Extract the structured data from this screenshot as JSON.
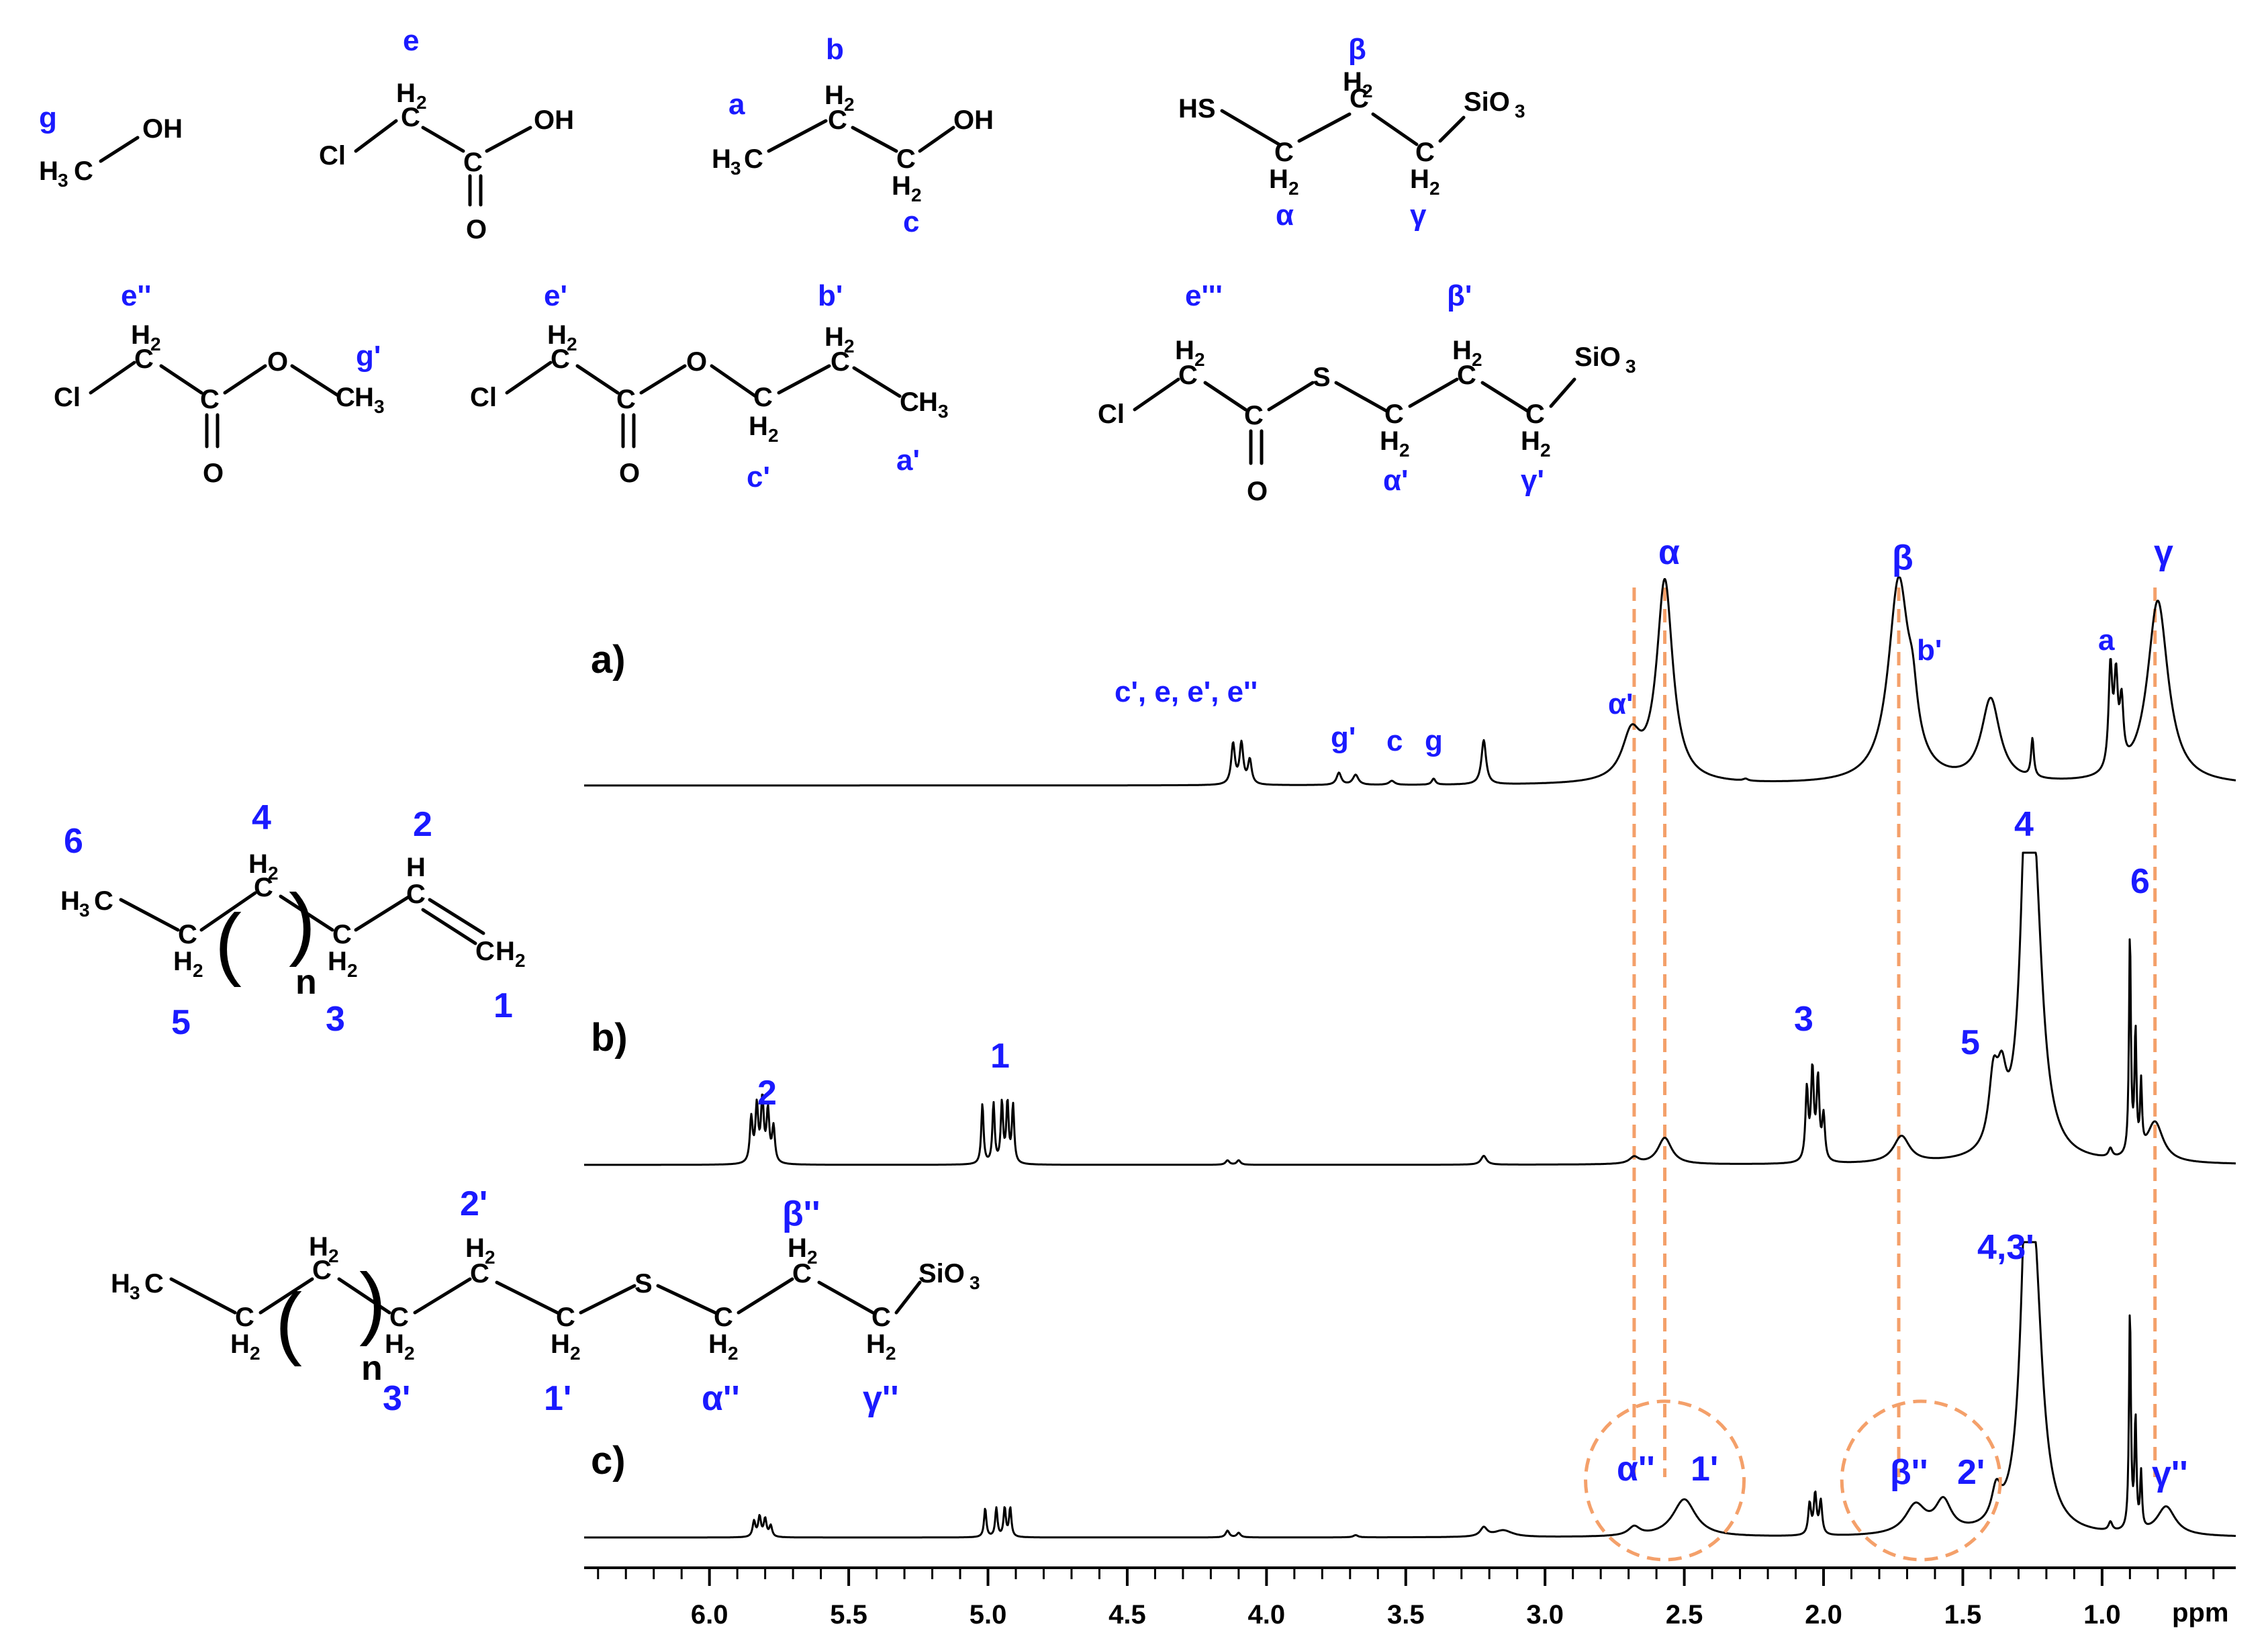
{
  "chart_data": {
    "type": "line",
    "title": "",
    "xlabel": "ppm",
    "xlim": [
      6.45,
      0.52
    ],
    "x_reversed": true,
    "ticks": [
      "6.0",
      "5.5",
      "5.0",
      "4.5",
      "4.0",
      "3.5",
      "3.0",
      "2.5",
      "2.0",
      "1.5",
      "1.0"
    ],
    "tick_values": [
      6.0,
      5.5,
      5.0,
      4.5,
      4.0,
      3.5,
      3.0,
      2.5,
      2.0,
      1.5,
      1.0
    ],
    "guide_lines_ppm": [
      2.68,
      2.57,
      1.73,
      0.81
    ],
    "circled_regions": [
      {
        "center": 2.57,
        "label": "α'' 1'"
      },
      {
        "center": 1.65,
        "label": "β'' 2'"
      }
    ],
    "series": [
      {
        "name": "a)",
        "peaks": [
          {
            "ppm": 2.57,
            "height": 1.0,
            "width": 0.035
          },
          {
            "ppm": 2.69,
            "height": 0.22,
            "width": 0.04
          },
          {
            "ppm": 1.73,
            "height": 1.0,
            "width": 0.045
          },
          {
            "ppm": 1.68,
            "height": 0.2,
            "width": 0.02
          },
          {
            "ppm": 1.4,
            "height": 0.41,
            "width": 0.04
          },
          {
            "ppm": 1.25,
            "height": 0.19,
            "width": 0.006
          },
          {
            "ppm": 0.97,
            "height": 0.5,
            "width": 0.008
          },
          {
            "ppm": 0.95,
            "height": 0.42,
            "width": 0.008
          },
          {
            "ppm": 0.93,
            "height": 0.3,
            "width": 0.008
          },
          {
            "ppm": 0.8,
            "height": 0.91,
            "width": 0.045
          },
          {
            "ppm": 4.12,
            "height": 0.2,
            "width": 0.008
          },
          {
            "ppm": 4.09,
            "height": 0.2,
            "width": 0.008
          },
          {
            "ppm": 4.06,
            "height": 0.12,
            "width": 0.008
          },
          {
            "ppm": 3.74,
            "height": 0.06,
            "width": 0.01
          },
          {
            "ppm": 3.68,
            "height": 0.05,
            "width": 0.012
          },
          {
            "ppm": 3.55,
            "height": 0.02,
            "width": 0.012
          },
          {
            "ppm": 3.4,
            "height": 0.03,
            "width": 0.008
          },
          {
            "ppm": 3.22,
            "height": 0.22,
            "width": 0.01
          },
          {
            "ppm": 2.28,
            "height": 0.01,
            "width": 0.01
          }
        ]
      },
      {
        "name": "b)",
        "peaks": [
          {
            "ppm": 5.85,
            "height": 0.2,
            "width": 0.006
          },
          {
            "ppm": 5.83,
            "height": 0.25,
            "width": 0.006
          },
          {
            "ppm": 5.81,
            "height": 0.28,
            "width": 0.006
          },
          {
            "ppm": 5.79,
            "height": 0.23,
            "width": 0.006
          },
          {
            "ppm": 5.77,
            "height": 0.16,
            "width": 0.006
          },
          {
            "ppm": 5.02,
            "height": 0.27,
            "width": 0.005
          },
          {
            "ppm": 4.98,
            "height": 0.27,
            "width": 0.005
          },
          {
            "ppm": 4.95,
            "height": 0.27,
            "width": 0.005
          },
          {
            "ppm": 4.93,
            "height": 0.27,
            "width": 0.005
          },
          {
            "ppm": 4.91,
            "height": 0.26,
            "width": 0.005
          },
          {
            "ppm": 4.14,
            "height": 0.02,
            "width": 0.008
          },
          {
            "ppm": 4.1,
            "height": 0.02,
            "width": 0.008
          },
          {
            "ppm": 3.22,
            "height": 0.04,
            "width": 0.012
          },
          {
            "ppm": 2.68,
            "height": 0.03,
            "width": 0.02
          },
          {
            "ppm": 2.57,
            "height": 0.12,
            "width": 0.03
          },
          {
            "ppm": 2.06,
            "height": 0.32,
            "width": 0.006
          },
          {
            "ppm": 2.04,
            "height": 0.4,
            "width": 0.006
          },
          {
            "ppm": 2.02,
            "height": 0.36,
            "width": 0.006
          },
          {
            "ppm": 2.0,
            "height": 0.2,
            "width": 0.006
          },
          {
            "ppm": 1.72,
            "height": 0.12,
            "width": 0.035
          },
          {
            "ppm": 1.39,
            "height": 0.3,
            "width": 0.02
          },
          {
            "ppm": 1.36,
            "height": 0.25,
            "width": 0.02
          },
          {
            "ppm": 1.27,
            "height": 1.4,
            "width": 0.025
          },
          {
            "ppm": 1.24,
            "height": 0.9,
            "width": 0.035
          },
          {
            "ppm": 0.9,
            "height": 1.0,
            "width": 0.004
          },
          {
            "ppm": 0.88,
            "height": 0.55,
            "width": 0.004
          },
          {
            "ppm": 0.86,
            "height": 0.3,
            "width": 0.004
          },
          {
            "ppm": 0.81,
            "height": 0.18,
            "width": 0.035
          },
          {
            "ppm": 0.97,
            "height": 0.04,
            "width": 0.008
          }
        ]
      },
      {
        "name": "c)",
        "peaks": [
          {
            "ppm": 5.84,
            "height": 0.07,
            "width": 0.006
          },
          {
            "ppm": 5.82,
            "height": 0.09,
            "width": 0.006
          },
          {
            "ppm": 5.8,
            "height": 0.08,
            "width": 0.006
          },
          {
            "ppm": 5.78,
            "height": 0.05,
            "width": 0.006
          },
          {
            "ppm": 5.01,
            "height": 0.13,
            "width": 0.005
          },
          {
            "ppm": 4.97,
            "height": 0.13,
            "width": 0.005
          },
          {
            "ppm": 4.94,
            "height": 0.13,
            "width": 0.005
          },
          {
            "ppm": 4.92,
            "height": 0.13,
            "width": 0.005
          },
          {
            "ppm": 4.14,
            "height": 0.03,
            "width": 0.008
          },
          {
            "ppm": 4.1,
            "height": 0.02,
            "width": 0.008
          },
          {
            "ppm": 3.68,
            "height": 0.01,
            "width": 0.01
          },
          {
            "ppm": 3.22,
            "height": 0.04,
            "width": 0.015
          },
          {
            "ppm": 3.15,
            "height": 0.03,
            "width": 0.04
          },
          {
            "ppm": 2.68,
            "height": 0.04,
            "width": 0.025
          },
          {
            "ppm": 2.5,
            "height": 0.17,
            "width": 0.05
          },
          {
            "ppm": 2.05,
            "height": 0.14,
            "width": 0.006
          },
          {
            "ppm": 2.03,
            "height": 0.18,
            "width": 0.006
          },
          {
            "ppm": 2.01,
            "height": 0.15,
            "width": 0.006
          },
          {
            "ppm": 1.67,
            "height": 0.13,
            "width": 0.045
          },
          {
            "ppm": 1.57,
            "height": 0.14,
            "width": 0.035
          },
          {
            "ppm": 1.38,
            "height": 0.14,
            "width": 0.02
          },
          {
            "ppm": 1.27,
            "height": 1.3,
            "width": 0.025
          },
          {
            "ppm": 1.24,
            "height": 0.85,
            "width": 0.035
          },
          {
            "ppm": 0.9,
            "height": 1.0,
            "width": 0.004
          },
          {
            "ppm": 0.88,
            "height": 0.5,
            "width": 0.004
          },
          {
            "ppm": 0.86,
            "height": 0.25,
            "width": 0.004
          },
          {
            "ppm": 0.77,
            "height": 0.13,
            "width": 0.04
          },
          {
            "ppm": 0.97,
            "height": 0.04,
            "width": 0.008
          }
        ]
      }
    ],
    "annotations": {
      "a": [
        "α",
        "β",
        "γ",
        "α'",
        "b'",
        "a",
        "c', e, e', e''",
        "g'",
        "c",
        "g"
      ],
      "b": [
        "4",
        "6",
        "3",
        "5",
        "2",
        "1"
      ],
      "c": [
        "4,3'",
        "α''",
        "1'",
        "β''",
        "2'",
        "γ''"
      ]
    }
  },
  "panel_labels": [
    "a)",
    "b)",
    "c)"
  ],
  "structures": {
    "methanol": {
      "label": "g",
      "atoms": [
        "H",
        "3",
        "C",
        "OH"
      ]
    },
    "chloroacetic_acid": {
      "label": "e",
      "atoms": [
        "Cl",
        "H",
        "2",
        "C",
        "C",
        "O",
        "OH"
      ]
    },
    "propanol": {
      "labels": [
        "a",
        "b",
        "c"
      ],
      "atoms": [
        "H",
        "3",
        "C",
        "H",
        "2",
        "C",
        "C",
        "H",
        "2",
        "OH"
      ]
    },
    "mercaptopropyl_silica": {
      "labels": [
        "β",
        "α",
        "γ"
      ],
      "atoms": [
        "HS",
        "C",
        "H",
        "2",
        "C",
        "H",
        "2",
        "C",
        "H",
        "2",
        "SiO",
        "3"
      ]
    },
    "methyl_chloroacetate": {
      "labels": [
        "e''",
        "g'"
      ],
      "atoms": [
        "Cl",
        "C",
        "H",
        "2",
        "C",
        "O",
        "O",
        "C",
        "H",
        "3"
      ]
    },
    "propyl_chloroacetate": {
      "labels": [
        "e'",
        "b'",
        "c'",
        "a'"
      ],
      "atoms": [
        "Cl",
        "C",
        "H",
        "2",
        "C",
        "O",
        "O",
        "C",
        "H",
        "2",
        "C",
        "H",
        "2",
        "C",
        "H",
        "3"
      ]
    },
    "thioester_silica": {
      "labels": [
        "e'''",
        "β'",
        "α'",
        "γ'"
      ],
      "atoms": [
        "Cl",
        "C",
        "H",
        "2",
        "C",
        "O",
        "S",
        "C",
        "H",
        "2",
        "C",
        "H",
        "2",
        "C",
        "H",
        "2",
        "SiO",
        "3"
      ]
    },
    "alkene": {
      "labels": [
        "6",
        "4",
        "2",
        "5",
        "3",
        "1"
      ],
      "n": "n",
      "atoms": [
        "H",
        "3",
        "C",
        "C",
        "H",
        "2",
        "C",
        "H",
        "2",
        "C",
        "H",
        "2",
        "C",
        "H",
        "C",
        "H",
        "2"
      ]
    },
    "product": {
      "labels": [
        "2'",
        "β''",
        "3'",
        "1'",
        "α''",
        "γ''"
      ],
      "n": "n",
      "atoms": [
        "H",
        "3",
        "C",
        "C",
        "H",
        "2",
        "C",
        "H",
        "2",
        "C",
        "H",
        "2",
        "C",
        "H",
        "2",
        "C",
        "H",
        "2",
        "S",
        "C",
        "H",
        "2",
        "C",
        "H",
        "2",
        "C",
        "H",
        "2",
        "SiO",
        "3"
      ]
    }
  }
}
